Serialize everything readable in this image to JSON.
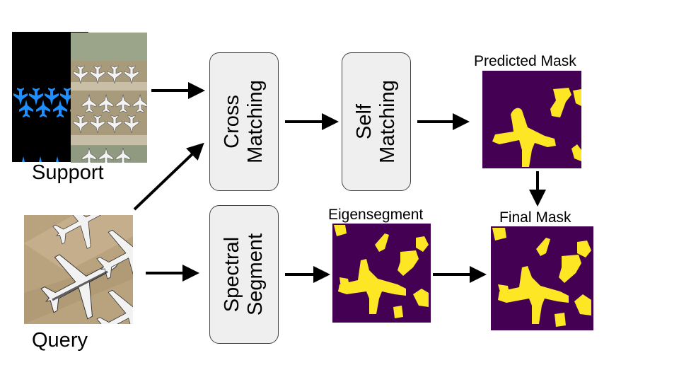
{
  "labels": {
    "support": "Support",
    "query": "Query",
    "predicted_mask": "Predicted Mask",
    "eigensegment": "Eigensegment",
    "final_mask": "Final Mask"
  },
  "blocks": {
    "cross_matching": {
      "line1": "Cross",
      "line2": "Matching"
    },
    "self_matching": {
      "line1": "Self",
      "line2": "Matching"
    },
    "spectral_segment": {
      "line1": "Spectral",
      "line2": "Segment"
    }
  },
  "colors": {
    "mask_background": "#440154",
    "mask_foreground": "#fde725",
    "support_mask_background": "#000000",
    "support_mask_foreground": "#1f8fff",
    "terrain": "#b8a27e",
    "block_fill": "#efefef"
  }
}
